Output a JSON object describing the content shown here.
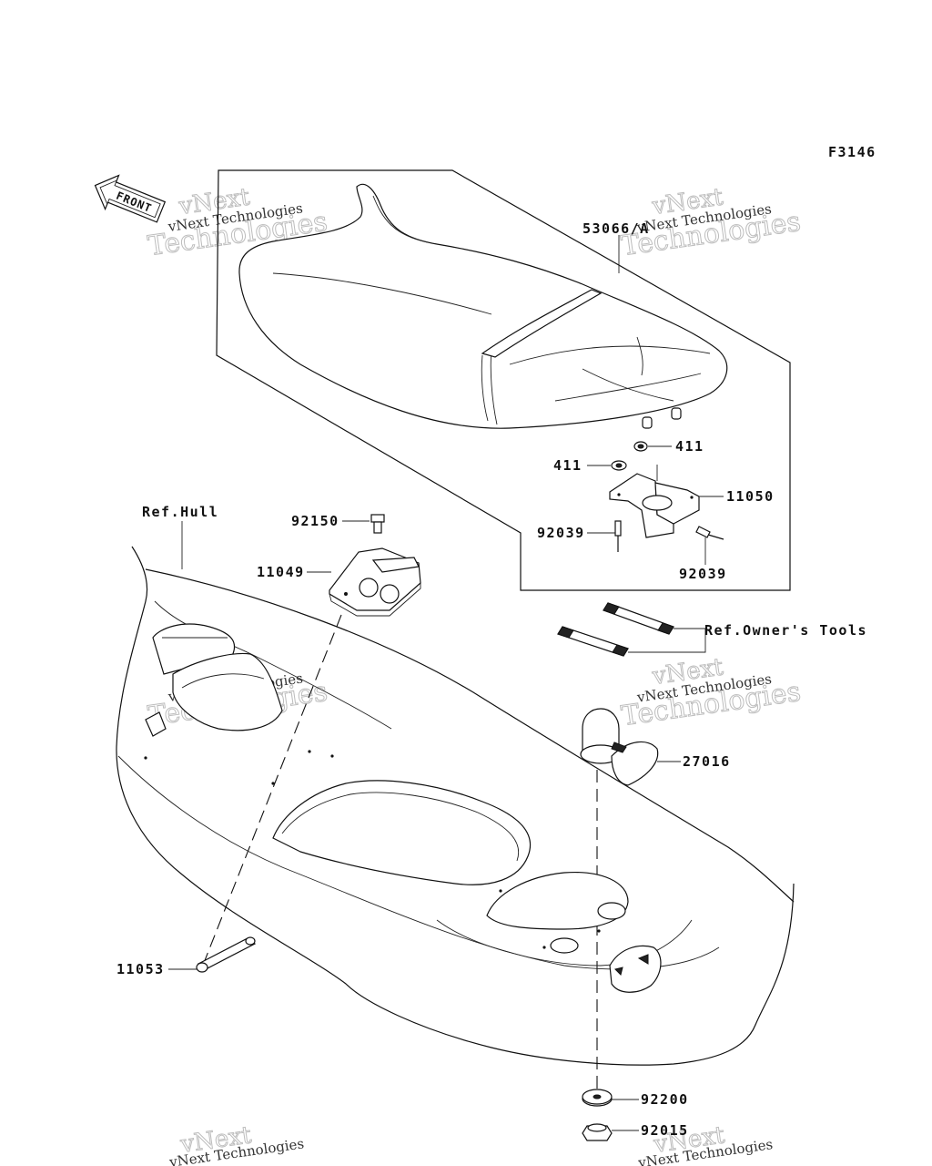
{
  "diagram": {
    "code": "F3146",
    "front_arrow": "FRONT",
    "watermark": {
      "line1": "vNext",
      "line2": "Technologies",
      "small": "vNext Technologies"
    },
    "labels": {
      "seat": "53066/A",
      "washer_top": "411",
      "washer_left": "411",
      "bracket": "11050",
      "rivet_left": "92039",
      "rivet_right": "92039",
      "bolt": "92150",
      "plate": "11049",
      "ref_hull": "Ref.Hull",
      "ref_tools": "Ref.Owner's Tools",
      "knob": "27016",
      "strap": "11053",
      "washer_bottom": "92200",
      "nut": "92015"
    }
  }
}
